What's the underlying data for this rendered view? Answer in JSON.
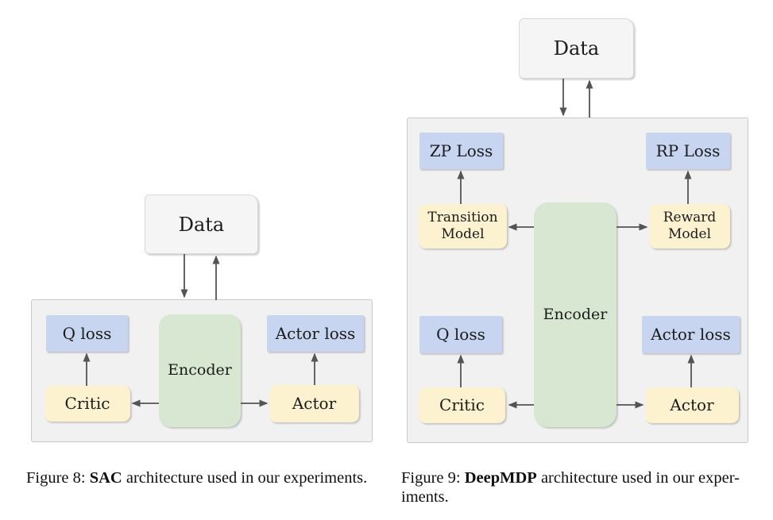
{
  "colors": {
    "blue": "#c7d5f1",
    "yellow": "#fcf2cf",
    "green": "#d7e7d1",
    "panel-bg": "#f1f1f2",
    "panel-border": "#c8c8c8",
    "data-bg": "#f5f5f5",
    "data-border": "#d9d9d9",
    "arrow": "#545454",
    "text": "#1b1b1b"
  },
  "figure8": {
    "data_node": "Data",
    "nodes": {
      "q_loss": "Q loss",
      "encoder": "Encoder",
      "actor_loss": "Actor loss",
      "critic": "Critic",
      "actor": "Actor"
    },
    "caption": {
      "prefix": "Figure 8: ",
      "bold": "SAC",
      "rest": " architecture used in our experiments."
    }
  },
  "figure9": {
    "data_node": "Data",
    "nodes": {
      "zp_loss": "ZP Loss",
      "rp_loss": "RP Loss",
      "transition_model": "Transition Model",
      "reward_model": "Reward Model",
      "encoder": "Encoder",
      "q_loss": "Q loss",
      "actor_loss": "Actor loss",
      "critic": "Critic",
      "actor": "Actor"
    },
    "caption": {
      "prefix": "Figure 9: ",
      "bold": "DeepMDP",
      "rest": " architecture used in our exper-\niments."
    }
  }
}
